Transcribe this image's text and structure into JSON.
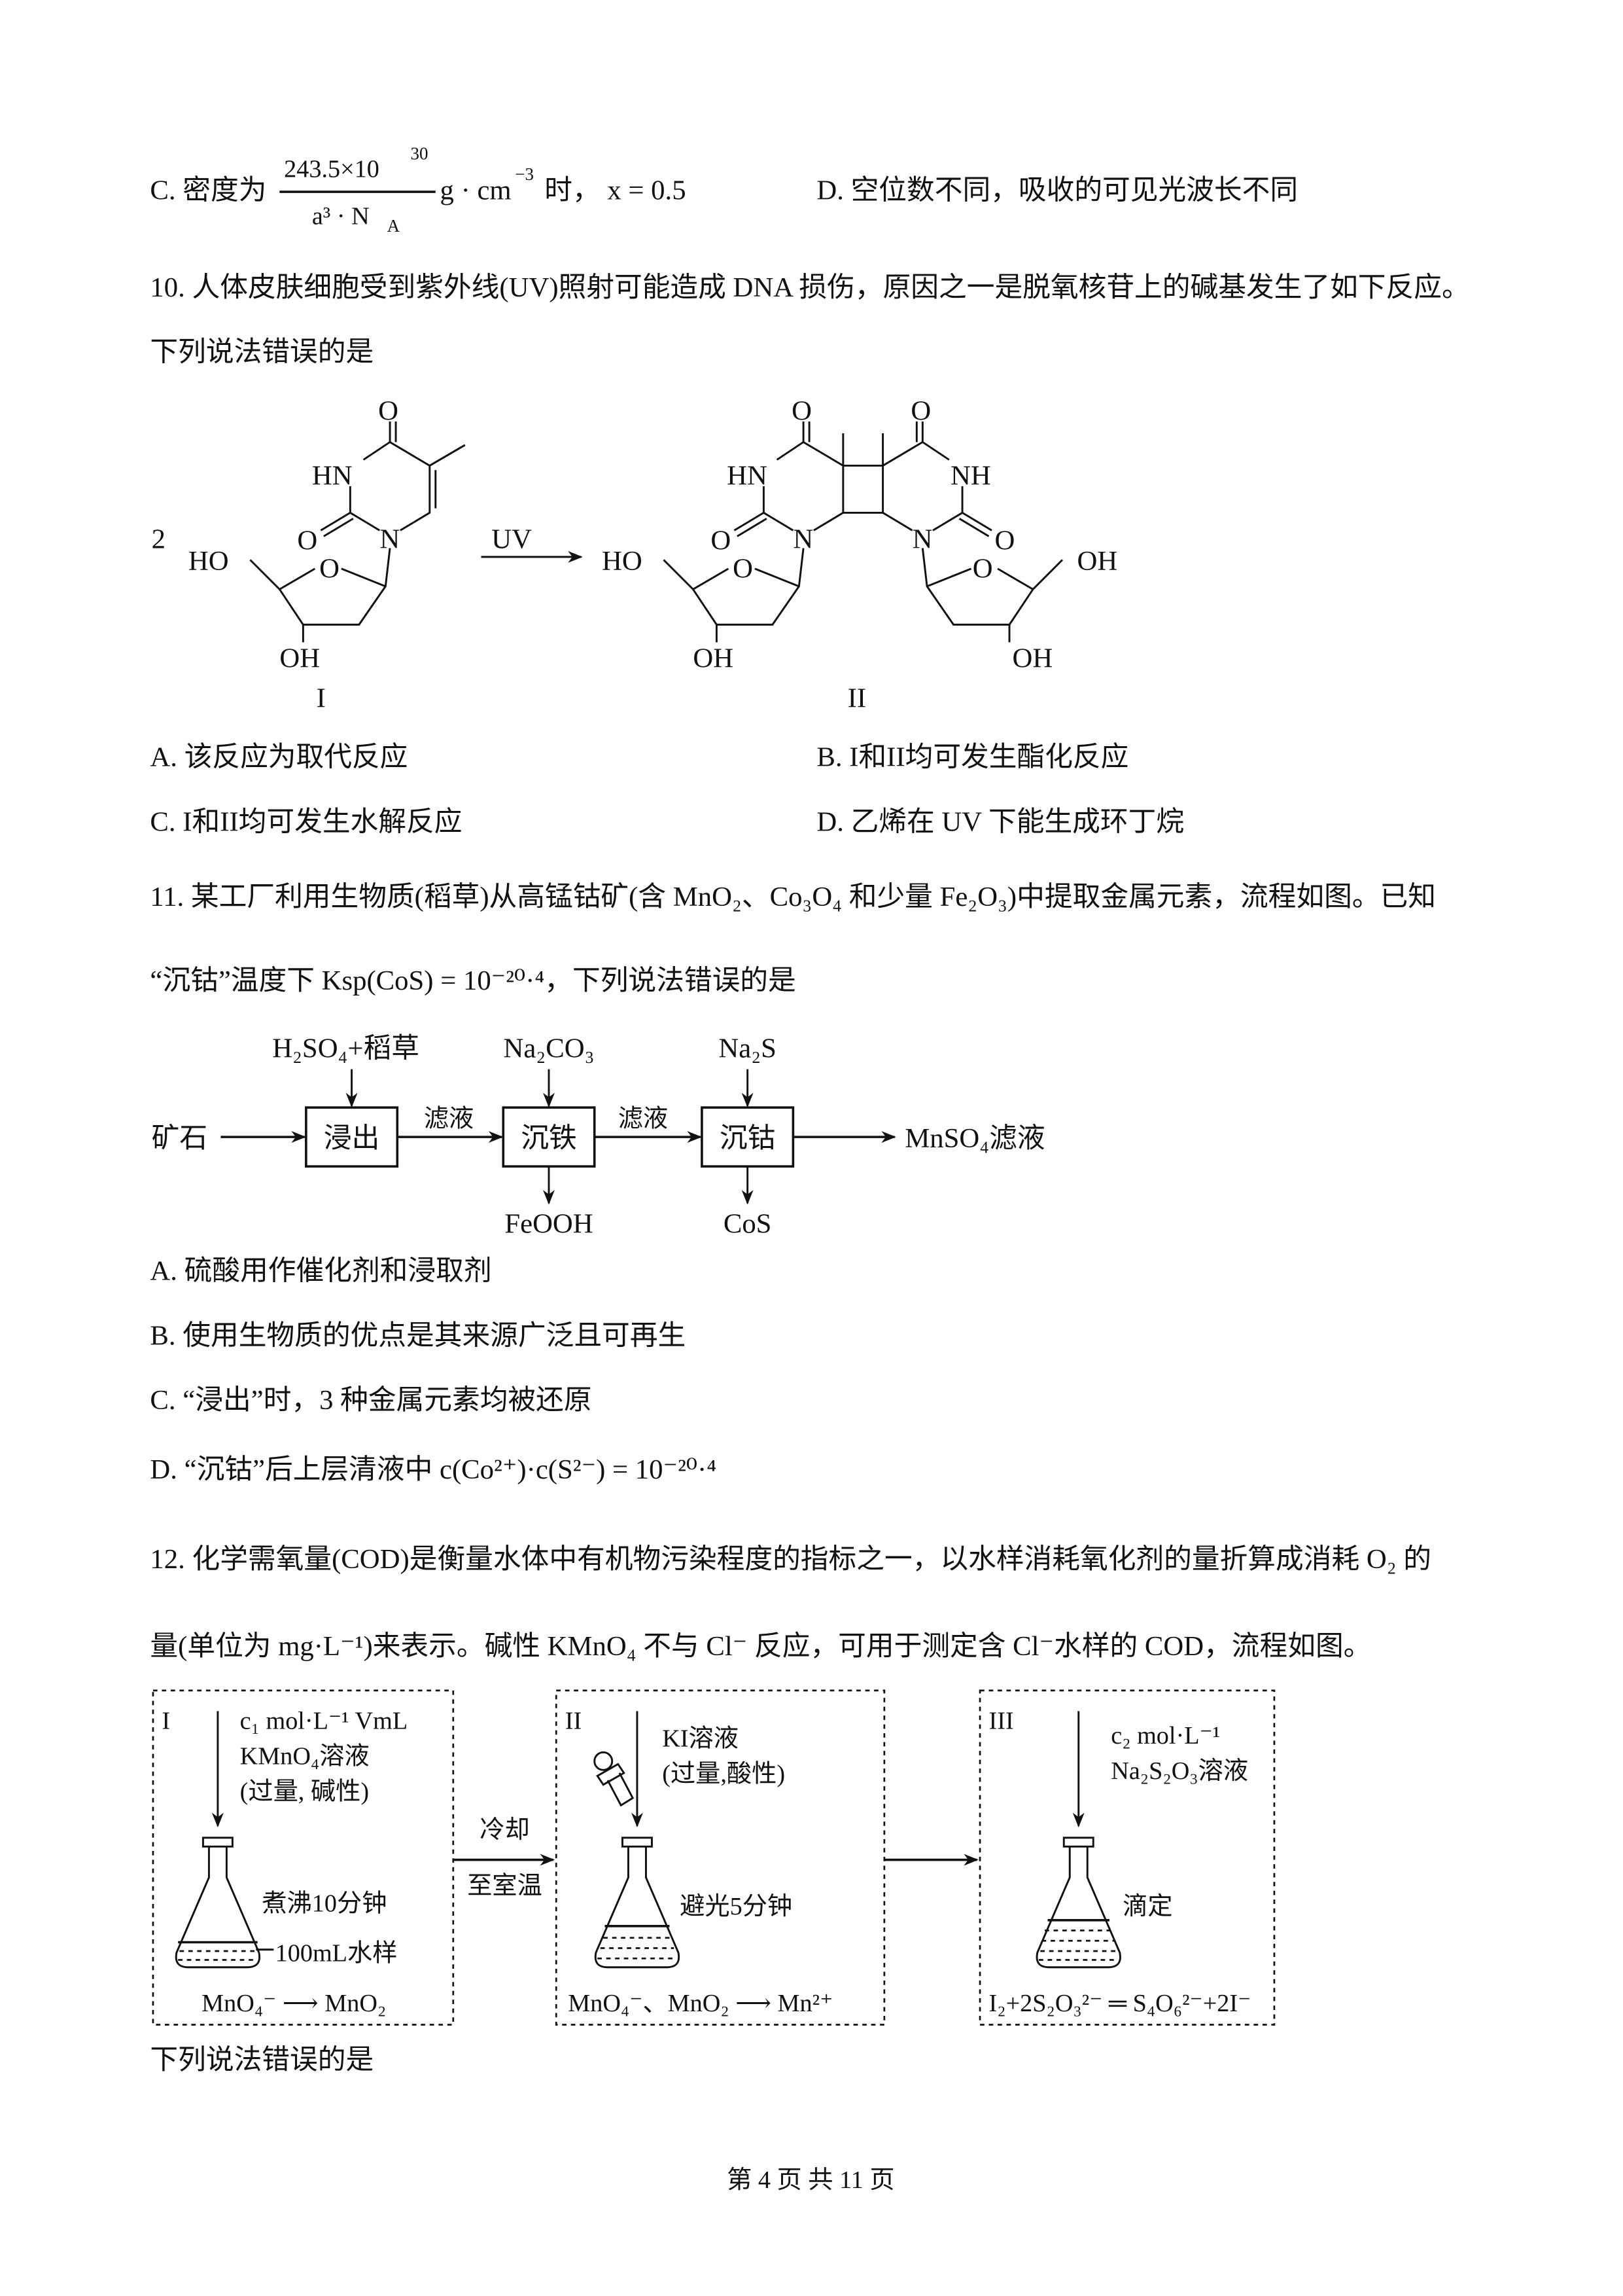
{
  "q9": {
    "optC": {
      "prefix": "C. 密度为",
      "numerator": "243.5×10",
      "num_exp": "30",
      "denominator": "a³ · N",
      "den_sub": "A",
      "unit": "g · cm",
      "unit_exp": "−3",
      "suffix": "时， x = 0.5"
    },
    "optD": "D. 空位数不同，吸收的可见光波长不同"
  },
  "q10": {
    "stem": "10. 人体皮肤细胞受到紫外线(UV)照射可能造成 DNA 损伤，原因之一是脱氧核苷上的碱基发生了如下反应。",
    "stem2": "下列说法错误的是",
    "scheme": {
      "coef": "2",
      "arrow_label": "UV",
      "label_I": "I",
      "label_II": "II",
      "atoms": {
        "O": "O",
        "HN": "HN",
        "NH": "NH",
        "N": "N",
        "HO": "HO",
        "OH": "OH"
      }
    },
    "options": [
      "A. 该反应为取代反应",
      "B. I和II均可发生酯化反应",
      "C. I和II均可发生水解反应",
      "D. 乙烯在 UV 下能生成环丁烷"
    ]
  },
  "q11": {
    "stem": "11. 某工厂利用生物质(稻草)从高锰钴矿(含 MnO₂、Co₃O₄ 和少量 Fe₂O₃)中提取金属元素，流程如图。已知",
    "stem2": "“沉钴”温度下 Ksp(CoS) = 10⁻²⁰·⁴，下列说法错误的是",
    "flow": {
      "input": "矿石",
      "steps": [
        "浸出",
        "沉铁",
        "沉钴"
      ],
      "reagents": [
        "H₂SO₄+稻草",
        "Na₂CO₃",
        "Na₂S"
      ],
      "filtrate_labels": [
        "滤液",
        "滤液"
      ],
      "products": [
        "FeOOH",
        "CoS"
      ],
      "output": "MnSO₄滤液"
    },
    "options": [
      "A. 硫酸用作催化剂和浸取剂",
      "B. 使用生物质的优点是其来源广泛且可再生",
      "C. “浸出”时，3 种金属元素均被还原",
      "D. “沉钴”后上层清液中 c(Co²⁺)·c(S²⁻) = 10⁻²⁰·⁴"
    ]
  },
  "q12": {
    "stem": "12. 化学需氧量(COD)是衡量水体中有机物污染程度的指标之一，以水样消耗氧化剂的量折算成消耗 O₂ 的",
    "stem2": "量(单位为 mg·L⁻¹)来表示。碱性 KMnO₄ 不与 Cl⁻ 反应，可用于测定含 Cl⁻水样的 COD，流程如图。",
    "boxes": [
      {
        "label": "I",
        "reagent": [
          "c₁ mol·L⁻¹ VmL",
          "KMnO₄溶液",
          "(过量, 碱性)"
        ],
        "note": "煮沸10分钟",
        "sample": "100mL水样",
        "equation": "MnO₄⁻ ⟶ MnO₂"
      },
      {
        "label": "II",
        "reagent": [
          "KI溶液",
          "(过量,酸性)"
        ],
        "note": "避光5分钟",
        "equation": "MnO₄⁻、MnO₂ ⟶ Mn²⁺"
      },
      {
        "label": "III",
        "reagent": [
          "c₂ mol·L⁻¹",
          "Na₂S₂O₃溶液"
        ],
        "note": "滴定",
        "equation": "I₂+2S₂O₃²⁻ ═ S₄O₆²⁻+2I⁻"
      }
    ],
    "transfer1": [
      "冷却",
      "至室温"
    ],
    "stem3": "下列说法错误的是"
  },
  "footer": "第 4 页 共 11 页"
}
